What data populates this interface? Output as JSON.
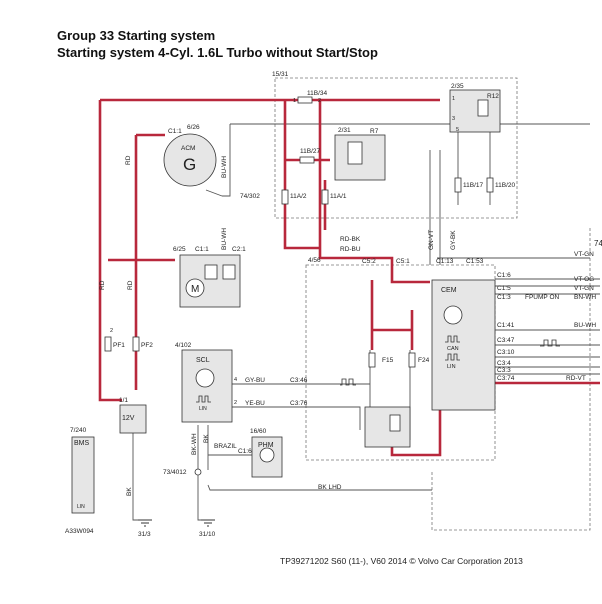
{
  "header": {
    "title": "Group 33 Starting system",
    "subtitle": "Starting system 4-Cyl. 1.6L Turbo without Start/Stop"
  },
  "footer": {
    "copyright": "TP39271202 S60 (11-), V60 2014 © Volvo Car Corporation 2013"
  },
  "colors": {
    "power_wire": "#b8283c",
    "signal_wire": "#555555",
    "box_fill": "#e6e6e6"
  },
  "labels": {
    "l_15_31": "15/31",
    "l_11b34": "11B/34",
    "l_2_35": "2/35",
    "l_r12": "R12",
    "l_6_26": "6/26",
    "l_c1_1": "C1:1",
    "l_acm": "ACM",
    "l_g": "G",
    "l_2_31": "2/31",
    "l_r7": "R7",
    "l_11b27": "11B/27",
    "l_11b17": "11B/17",
    "l_11b20": "11B/20",
    "l_11a2": "11A/2",
    "l_11a1": "11A/1",
    "l_74_302": "74/302",
    "l_rd": "RD",
    "l_bu_wh": "BU-WH",
    "l_bu_wh2": "BU-WH",
    "l_6_25": "6/25",
    "l_c1_1b": "C1:1",
    "l_c2_1": "C2:1",
    "l_m": "M",
    "l_rd_bk": "RD-BK",
    "l_rd_bu": "RD-BU",
    "l_gn_vt": "GN-VT",
    "l_gy_bk": "GY-BK",
    "l_4_56": "4/56",
    "l_c5_2": "C5:2",
    "l_c5_1": "C5:1",
    "l_c1_13": "C1:13",
    "l_c1_53": "C1:53",
    "l_vt_gn": "VT-GN",
    "l_74": "74",
    "l_cem": "CEM",
    "l_c1_6": "C1:6",
    "l_c1_5": "C1:5",
    "l_c1_3": "C1:3",
    "l_vt_og": "VT-OG",
    "l_vt_gn2": "VT-GN",
    "l_fpump": "FPUMP ON",
    "l_bn_wh": "BN-WH",
    "l_c1_41": "C1:41",
    "l_bu_wh3": "BU-WH",
    "l_can": "CAN",
    "l_c3_47": "C3:47",
    "l_c3_10": "C3:10",
    "l_c3_4": "C3:4",
    "l_c3_3": "C3:3",
    "l_lin": "LIN",
    "l_c3_74": "C3:74",
    "l_rd_vt": "RD-VT",
    "l_pf1": "PF1",
    "l_pf2": "PF2",
    "l_rd2": "RD",
    "l_rd3": "RD",
    "l_4_102": "4/102",
    "l_scl": "SCL",
    "l_lin2": "LIN",
    "l_gy_bu": "GY-BU",
    "l_ye_bu": "YE-BU",
    "l_c3_46": "C3:46",
    "l_c3_76": "C3:76",
    "l_f15": "F15",
    "l_f24": "F24",
    "l_1_1": "1/1",
    "l_12v": "12V",
    "l_7_240": "7/240",
    "l_bms": "BMS",
    "l_lin3": "LIN",
    "l_16_60": "16/60",
    "l_phm": "PHM",
    "l_c1_6b": "C1:6",
    "l_brazil": "BRAZIL",
    "l_bk_wh": "BK-WH",
    "l_bk": "BK",
    "l_bk2": "BK",
    "l_73_4012": "73/4012",
    "l_bk_lhd": "BK  LHD",
    "l_a33w094": "A33W094",
    "l_31_3": "31/3",
    "l_31_10": "31/10",
    "l_n1": "1",
    "l_n2": "2",
    "l_n3": "3",
    "l_n5": "5",
    "l_n1b": "1",
    "l_n2b": "2",
    "l_n4": "4",
    "l_n2c": "2"
  }
}
